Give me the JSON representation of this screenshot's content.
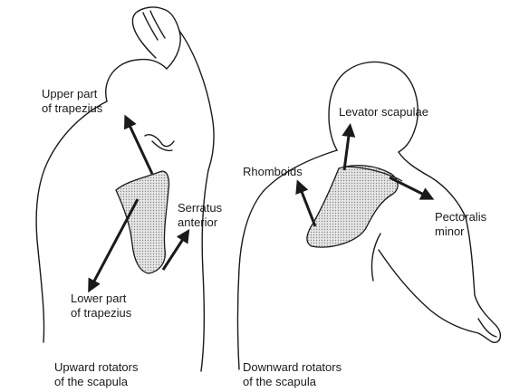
{
  "left_figure": {
    "label_upper_trapezius": [
      "Upper part",
      "of trapezius"
    ],
    "label_serratus": [
      "Serratus",
      "anterior"
    ],
    "label_lower_trapezius": [
      "Lower part",
      "of trapezius"
    ],
    "caption": [
      "Upward rotators",
      "of the scapula"
    ]
  },
  "right_figure": {
    "label_levator": "Levator scapulae",
    "label_rhomboids": "Rhomboids",
    "label_pectoralis": [
      "Pectoralis",
      "minor"
    ],
    "caption": [
      "Downward rotators",
      "of the scapula"
    ]
  },
  "colors": {
    "line": "#1a1a1a",
    "scapula_fill": "#d0d0d0"
  }
}
